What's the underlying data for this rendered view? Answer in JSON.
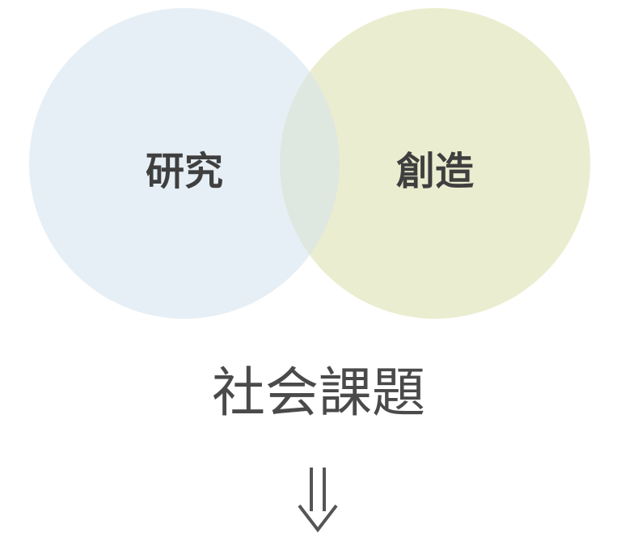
{
  "diagram": {
    "left_circle": {
      "label": "研究",
      "fill": "#e6eff5"
    },
    "right_circle": {
      "label": "創造",
      "fill": "#ebedd0"
    },
    "overlap_fill": "#dfe7e1",
    "title": "社会課題",
    "arrow": {
      "glyph": "⇓",
      "color": "#555555"
    },
    "text_color": "#3f3f3f"
  }
}
